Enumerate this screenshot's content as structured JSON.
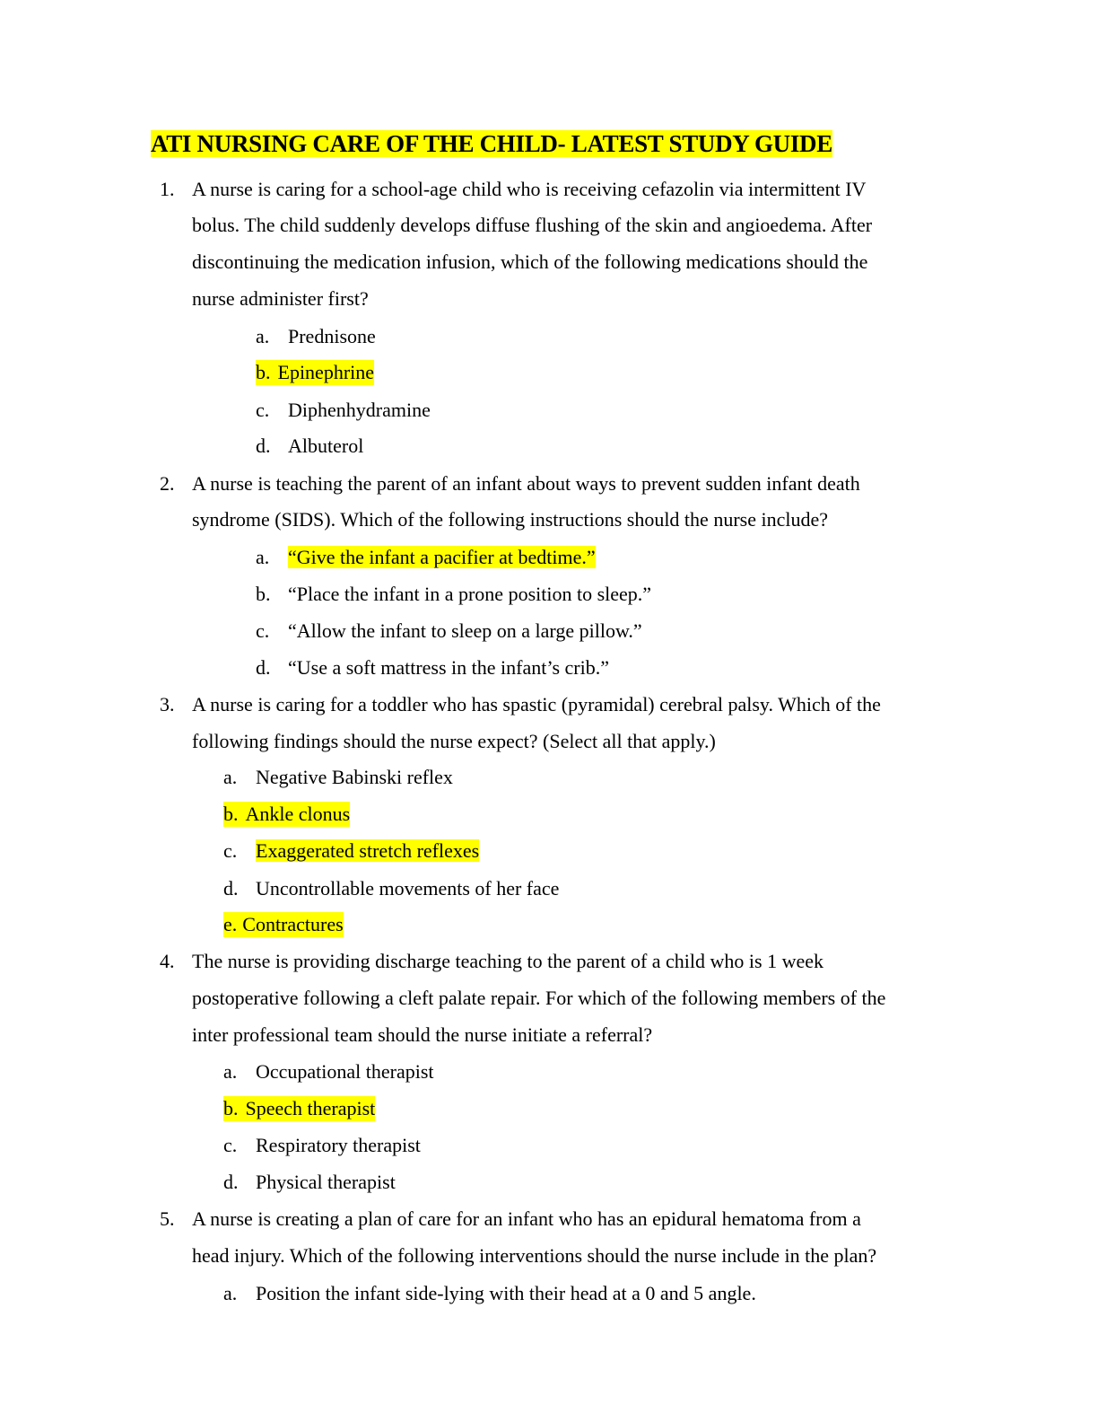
{
  "title": "ATI NURSING CARE OF THE CHILD- LATEST STUDY GUIDE",
  "questions": [
    {
      "number": "1.",
      "lines": [
        "A nurse is caring for a school-age child who is receiving cefazolin via intermittent IV",
        "bolus. The child suddenly develops diffuse flushing of the skin and angioedema. After",
        "discontinuing the medication infusion, which of the following medications should the",
        "nurse administer first?"
      ],
      "options": [
        {
          "letter": "a.",
          "text": "Prednisone"
        },
        {
          "letter": "b.",
          "text": "Epinephrine"
        },
        {
          "letter": "c.",
          "text": "Diphenhydramine"
        },
        {
          "letter": "d.",
          "text": "Albuterol"
        }
      ]
    },
    {
      "number": "2.",
      "lines": [
        "A nurse is teaching the parent of an infant about ways to prevent sudden infant death",
        "syndrome (SIDS). Which of the following instructions should the nurse include?"
      ],
      "options": [
        {
          "letter": "a.",
          "text": "“Give the infant a pacifier at bedtime.”"
        },
        {
          "letter": "b.",
          "text": "“Place the infant in a prone position to sleep.”"
        },
        {
          "letter": "c.",
          "text": "“Allow the infant to sleep on a large pillow.”"
        },
        {
          "letter": "d.",
          "text": "“Use a soft mattress in the infant’s crib.”"
        }
      ]
    },
    {
      "number": "3.",
      "lines": [
        "A nurse is caring for a toddler who has spastic (pyramidal) cerebral palsy. Which of the",
        "following findings should the nurse expect? (Select all that apply.)"
      ],
      "options": [
        {
          "letter": "a.",
          "text": "Negative Babinski reflex"
        },
        {
          "letter": "b.",
          "text": "Ankle clonus"
        },
        {
          "letter": "c.",
          "text": "Exaggerated stretch reflexes"
        },
        {
          "letter": "d.",
          "text": "Uncontrollable movements of her face"
        },
        {
          "letter": "e.",
          "text": "Contractures"
        }
      ]
    },
    {
      "number": "4.",
      "lines": [
        "The nurse is providing discharge teaching to the parent of a child who is 1 week",
        "postoperative following a cleft palate repair. For which of the following members of the",
        "inter professional team should the nurse initiate a referral?"
      ],
      "options": [
        {
          "letter": "a.",
          "text": "Occupational therapist"
        },
        {
          "letter": "b.",
          "text": "Speech therapist"
        },
        {
          "letter": "c.",
          "text": "Respiratory therapist"
        },
        {
          "letter": "d.",
          "text": "Physical therapist"
        }
      ]
    },
    {
      "number": "5.",
      "lines": [
        "A nurse is creating a plan of care for an infant who has an epidural hematoma from a",
        "head injury. Which of the following interventions should the nurse include in the plan?"
      ],
      "options": [
        {
          "letter": "a.",
          "text": "Position the infant side-lying with their head at a 0 and 5 angle."
        }
      ]
    }
  ],
  "highlight_color": "#ffff00"
}
